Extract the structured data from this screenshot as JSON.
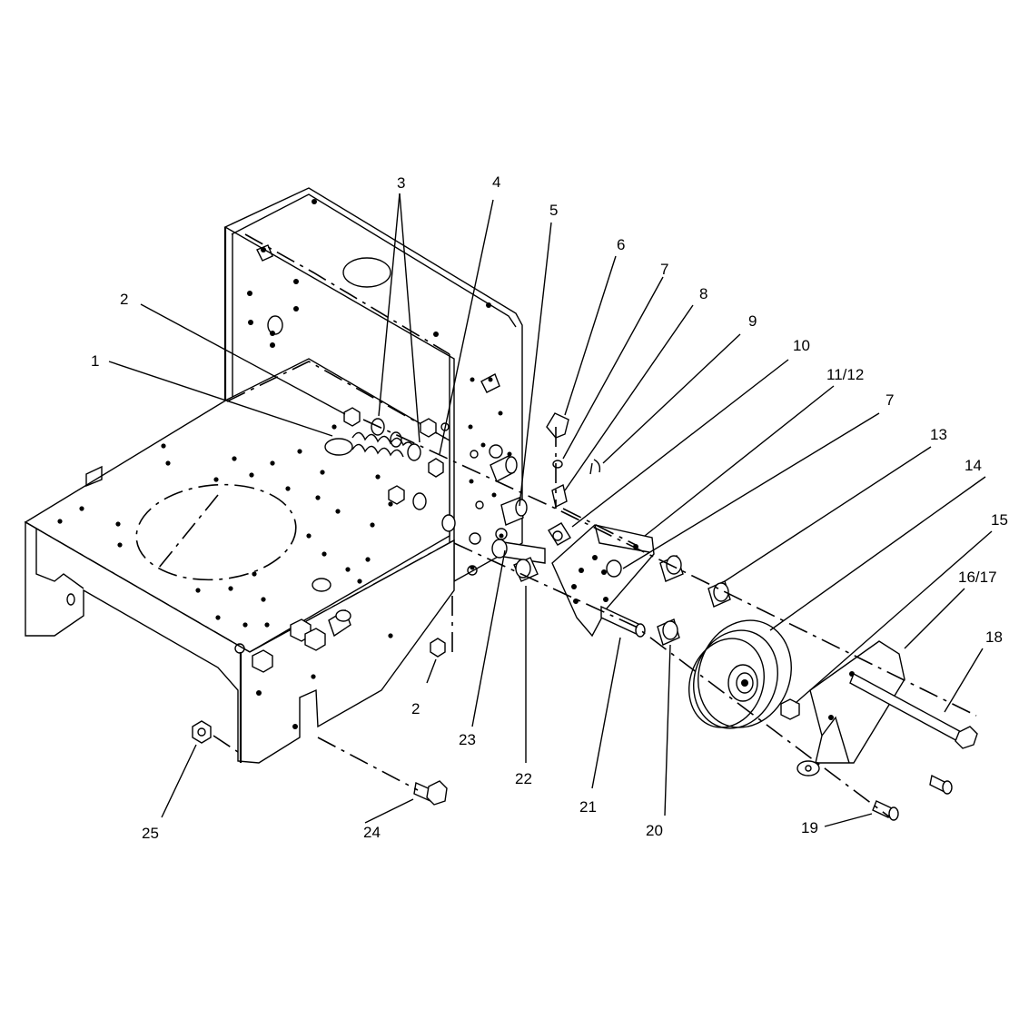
{
  "callouts": {
    "c1": "1",
    "c2a": "2",
    "c2b": "2",
    "c3": "3",
    "c4": "4",
    "c5": "5",
    "c6": "6",
    "c7a": "7",
    "c7b": "7",
    "c8": "8",
    "c9": "9",
    "c10": "10",
    "c11_12": "11/12",
    "c13": "13",
    "c14": "14",
    "c15": "15",
    "c16_17": "16/17",
    "c18": "18",
    "c19": "19",
    "c20": "20",
    "c21": "21",
    "c22": "22",
    "c23": "23",
    "c24": "24",
    "c25": "25"
  }
}
